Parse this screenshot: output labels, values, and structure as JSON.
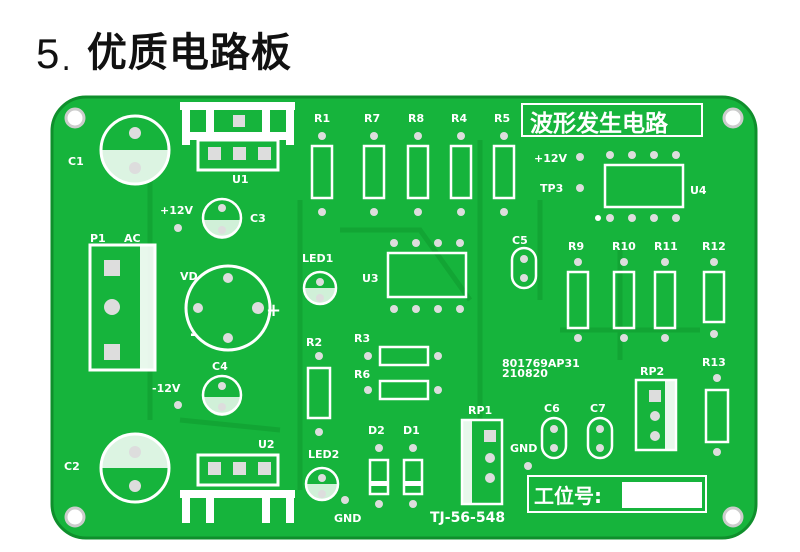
{
  "heading": {
    "number": "5",
    "dot": ".",
    "title": "优质电路板"
  },
  "board": {
    "title": "波形发生电路",
    "station_label": "工位号:",
    "model": "TJ-56-548",
    "code_line1": "801769AP31",
    "code_line2": "210820",
    "colors": {
      "board": "#16b43c",
      "board_dark": "#0f8f2c",
      "silk": "#ffffff",
      "pad": "#d8d8d8"
    }
  },
  "labels": {
    "C1": "C1",
    "C2": "C2",
    "C3": "C3",
    "C4": "C4",
    "C5": "C5",
    "C6": "C6",
    "C7": "C7",
    "U1": "U1",
    "U2": "U2",
    "U3": "U3",
    "U4": "U4",
    "P1": "P1",
    "AC": "AC",
    "VD": "VD",
    "R1": "R1",
    "R2": "R2",
    "R3": "R3",
    "R4": "R4",
    "R5": "R5",
    "R6": "R6",
    "R7": "R7",
    "R8": "R8",
    "R9": "R9",
    "R10": "R10",
    "R11": "R11",
    "R12": "R12",
    "R13": "R13",
    "RP1": "RP1",
    "RP2": "RP2",
    "LED1": "LED1",
    "LED2": "LED2",
    "D1": "D1",
    "D2": "D2",
    "plus12v_a": "+12V",
    "plus12v_b": "+12V",
    "minus12v": "-12V",
    "gnd_a": "GND",
    "gnd_b": "GND",
    "TP3": "TP3"
  }
}
